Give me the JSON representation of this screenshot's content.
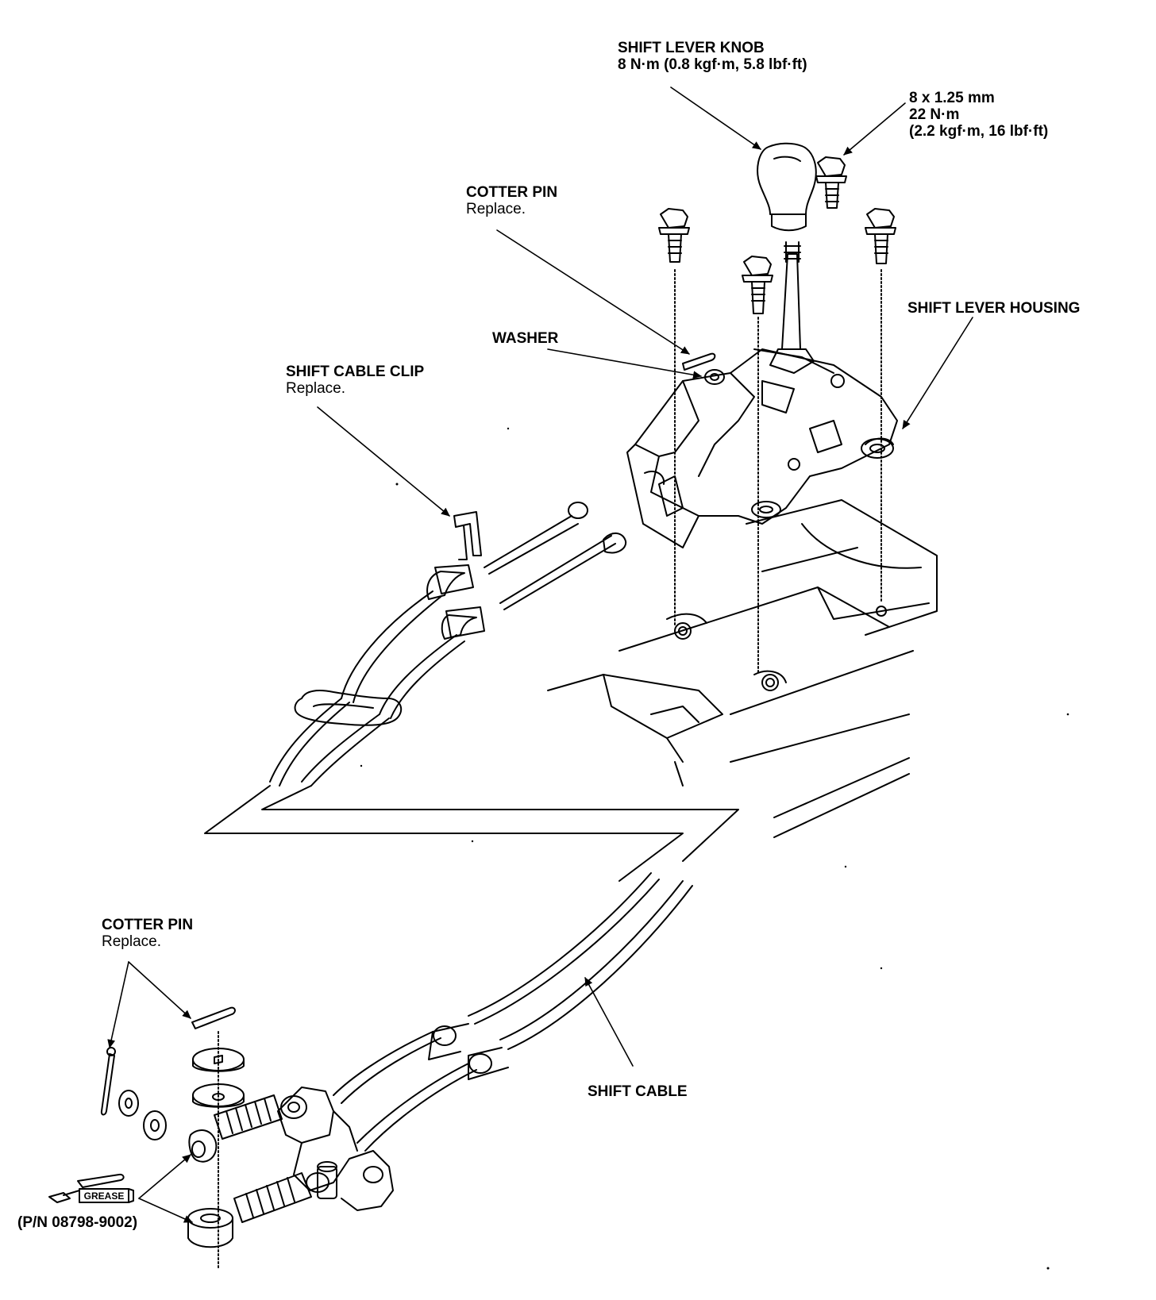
{
  "labels": {
    "knob": {
      "title": "SHIFT LEVER KNOB",
      "torque": "8 N·m (0.8 kgf·m, 5.8 lbf·ft)"
    },
    "bolt": {
      "size": "8 x 1.25 mm",
      "torque": "22 N·m",
      "torque_alt": "(2.2 kgf·m, 16 lbf·ft)"
    },
    "cotter_pin_top": {
      "title": "COTTER PIN",
      "note": "Replace."
    },
    "washer": {
      "title": "WASHER"
    },
    "housing": {
      "title": "SHIFT LEVER HOUSING"
    },
    "cable_clip": {
      "title": "SHIFT CABLE CLIP",
      "note": "Replace."
    },
    "cotter_pin_bottom": {
      "title": "COTTER PIN",
      "note": "Replace."
    },
    "shift_cable": {
      "title": "SHIFT CABLE"
    },
    "grease": {
      "tube_text": "GREASE",
      "part_number": "(P/N 08798-9002)"
    }
  },
  "colors": {
    "ink": "#000000",
    "paper": "#ffffff"
  }
}
